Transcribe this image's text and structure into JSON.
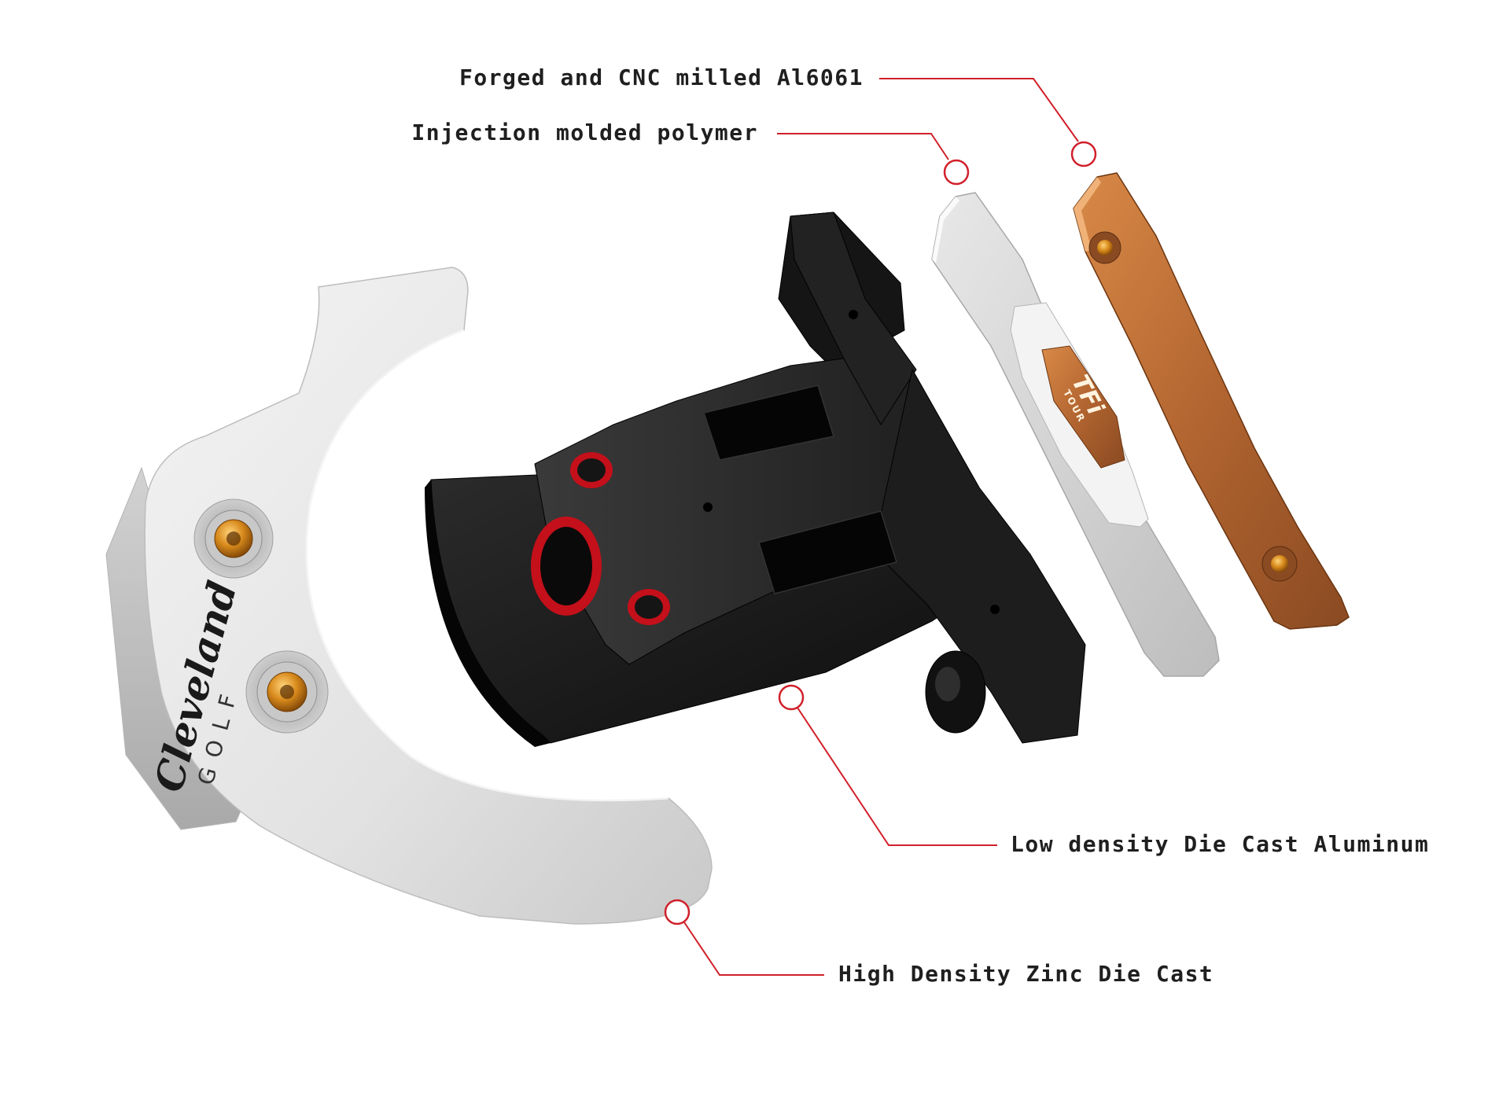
{
  "callouts": {
    "aluminum_insert": "Forged and CNC milled Al6061",
    "polymer_insert": "Injection molded polymer",
    "aluminum_body": "Low density Die Cast Aluminum",
    "zinc_ring": "High Density Zinc Die Cast"
  },
  "branding": {
    "logo_script": "Cleveland",
    "logo_sub": "GOLF",
    "badge_mark": "TFi",
    "badge_sub": "TOUR"
  },
  "colors": {
    "accent_red": "#d0202a",
    "zinc_silver": "#e4e4e4",
    "body_black": "#1a1a1a",
    "polymer_grey": "#d6d6d6",
    "bronze": "#b8682e"
  }
}
